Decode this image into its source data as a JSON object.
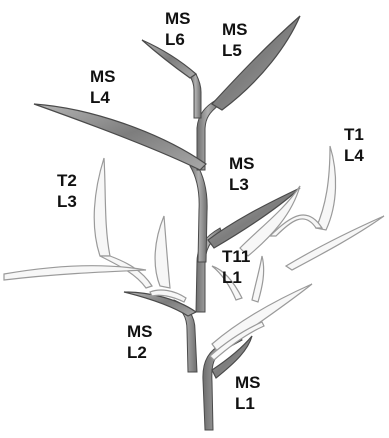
{
  "labels": {
    "ms_l6": {
      "line1": "MS",
      "line2": "L6"
    },
    "ms_l5": {
      "line1": "MS",
      "line2": "L5"
    },
    "ms_l4": {
      "line1": "MS",
      "line2": "L4"
    },
    "t1_l4": {
      "line1": "T1",
      "line2": "L4"
    },
    "t2_l3": {
      "line1": "T2",
      "line2": "L3"
    },
    "ms_l3": {
      "line1": "MS",
      "line2": "L3"
    },
    "t11_l1": {
      "line1": "T11",
      "line2": "L1"
    },
    "ms_l2": {
      "line1": "MS",
      "line2": "L2"
    },
    "ms_l1": {
      "line1": "MS",
      "line2": "L1"
    }
  },
  "colors": {
    "shaded_leaf_fill": "#8c8c8c",
    "shaded_leaf_stroke": "#4a4a4a",
    "outline_leaf_fill": "#f7f7f7",
    "outline_leaf_stroke": "#9a9a9a",
    "stem_fill": "#8a8a8a",
    "label_color": "#111111"
  }
}
